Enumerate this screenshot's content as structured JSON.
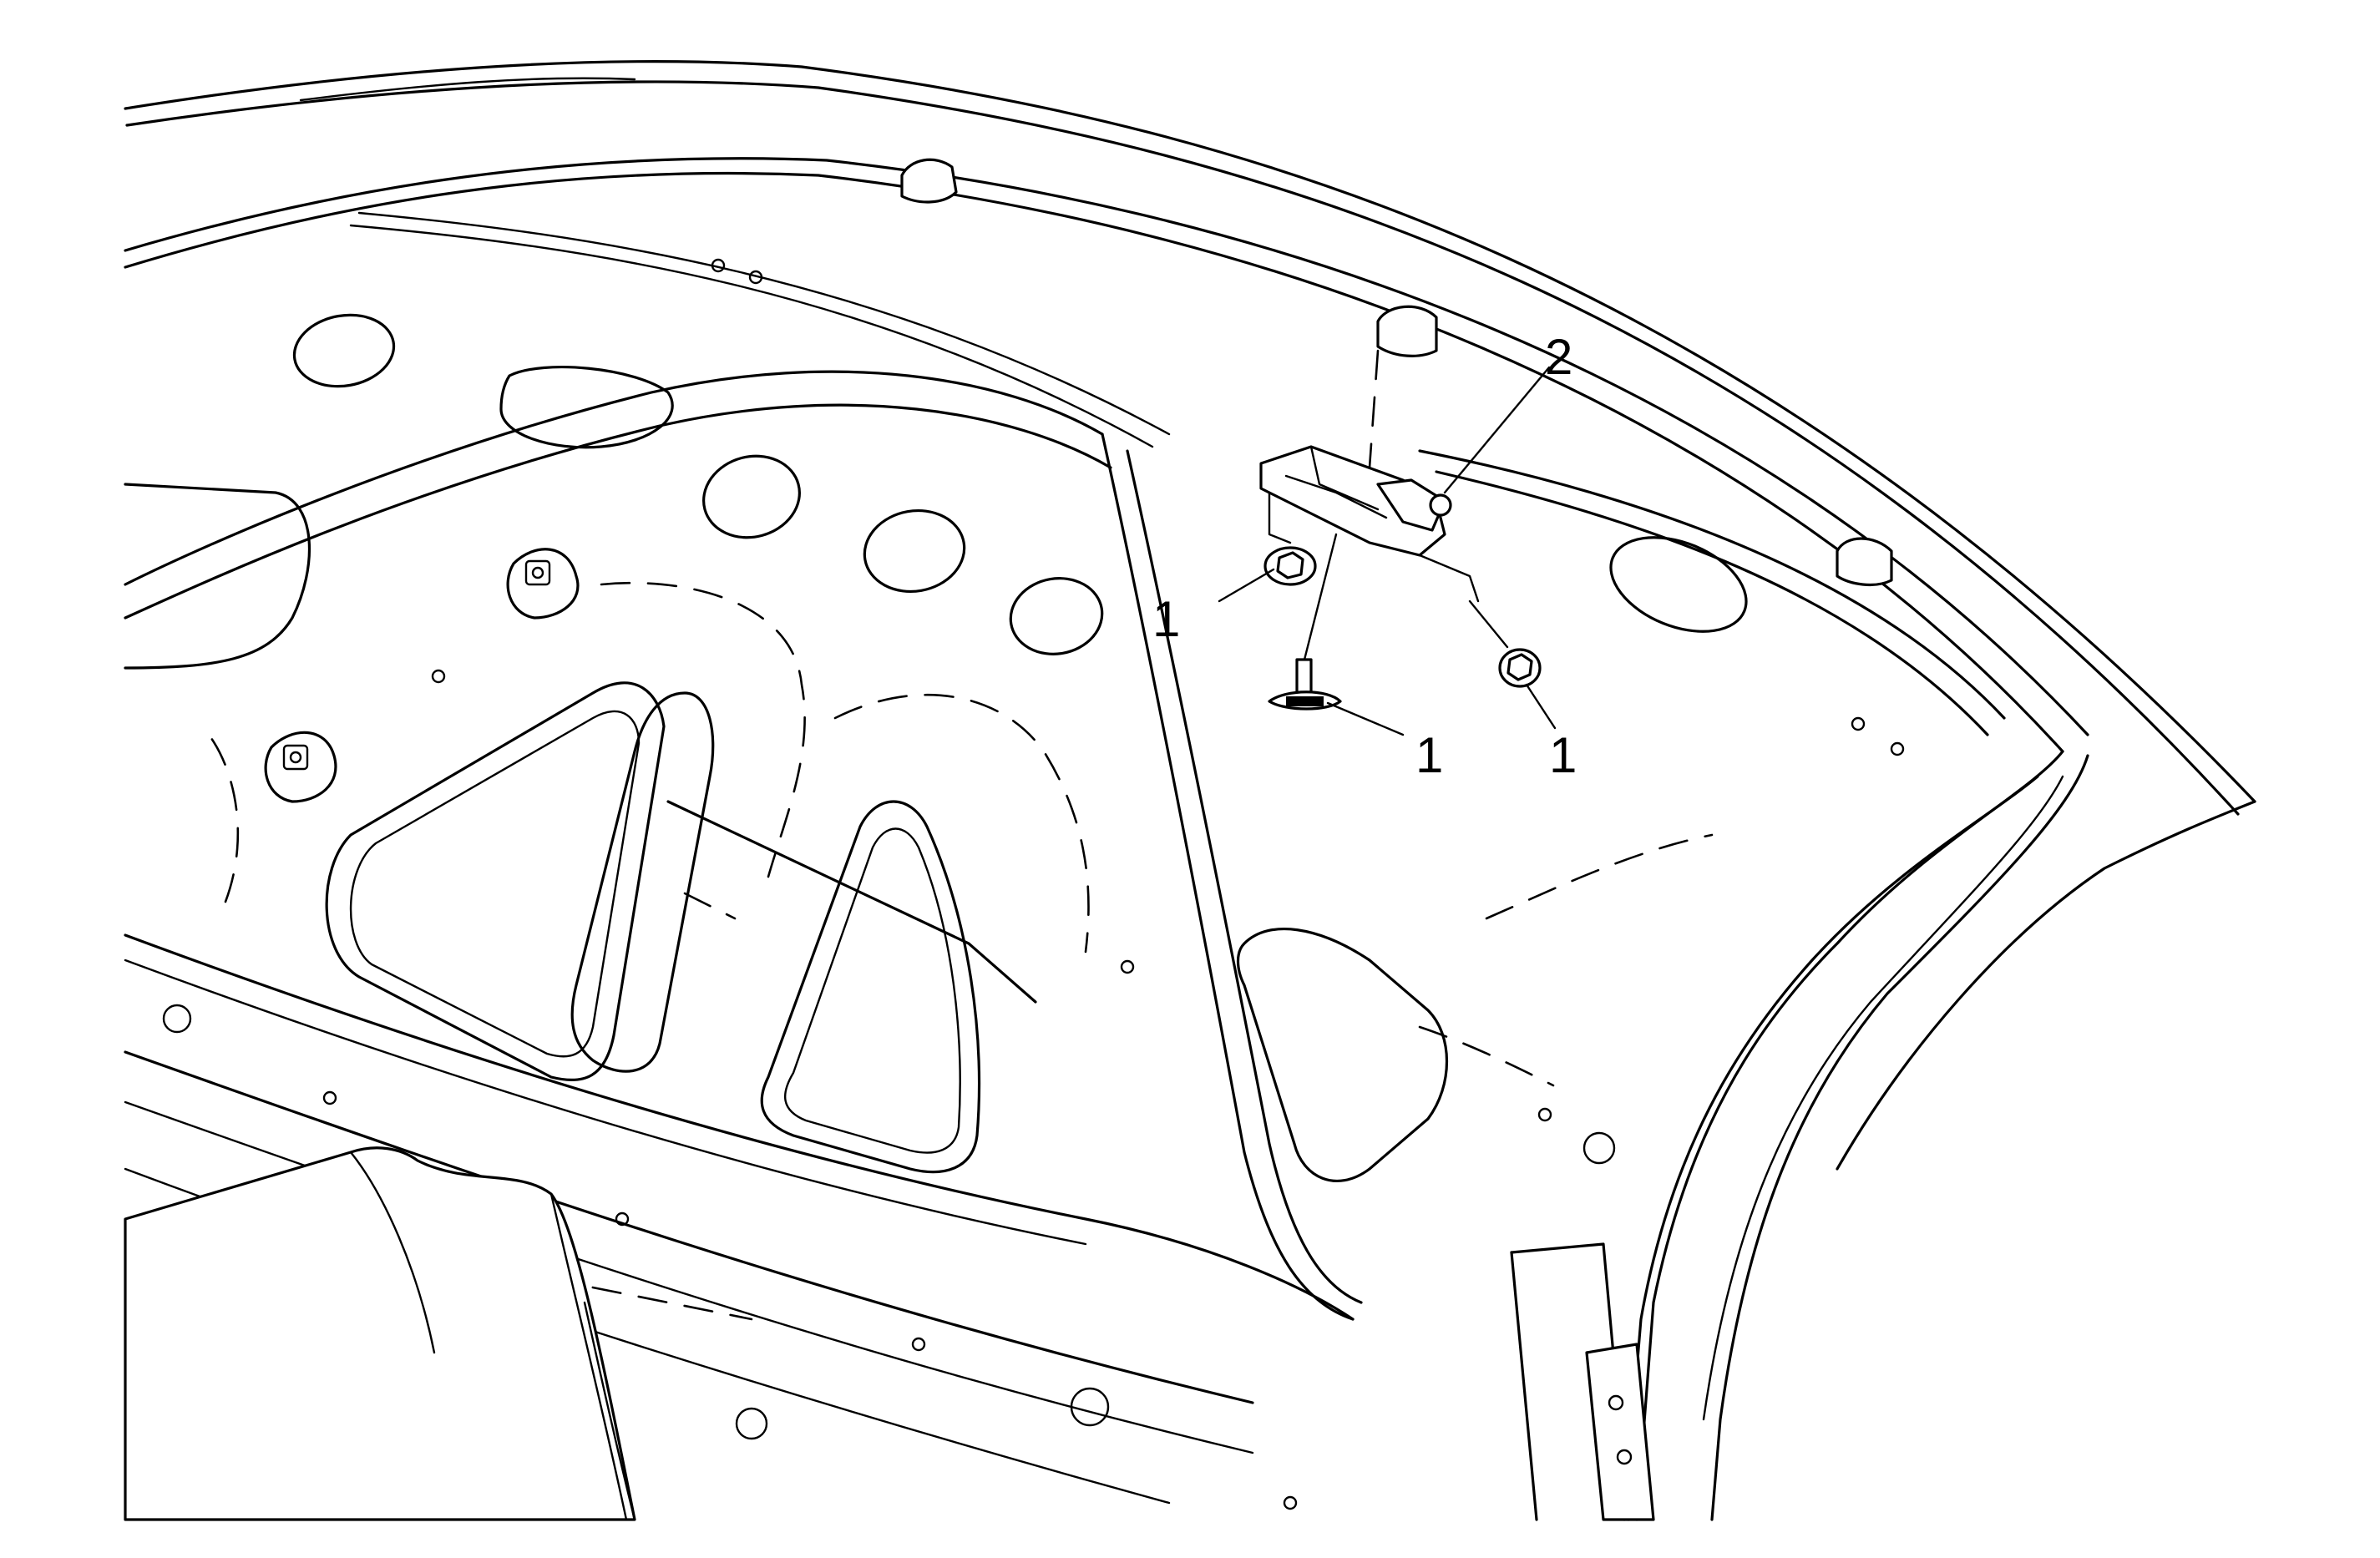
{
  "callouts": [
    {
      "id": "nut-left",
      "label": "1"
    },
    {
      "id": "bolt-bottom",
      "label": "1"
    },
    {
      "id": "nut-right",
      "label": "1"
    },
    {
      "id": "latch-assembly",
      "label": "2"
    }
  ]
}
